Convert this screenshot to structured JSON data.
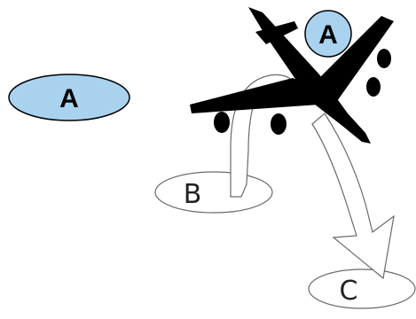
{
  "diagram": {
    "labels": {
      "a_left": "A",
      "a_top": "A",
      "b": "B",
      "c": "C"
    },
    "colors": {
      "fill_a": "#a9d2ef",
      "stroke": "#000000",
      "stroke_light": "#6a6a6a",
      "airplane": "#000000",
      "arrow_fill": "#ffffff"
    },
    "icons": {
      "airplane": "airplane-icon"
    }
  }
}
